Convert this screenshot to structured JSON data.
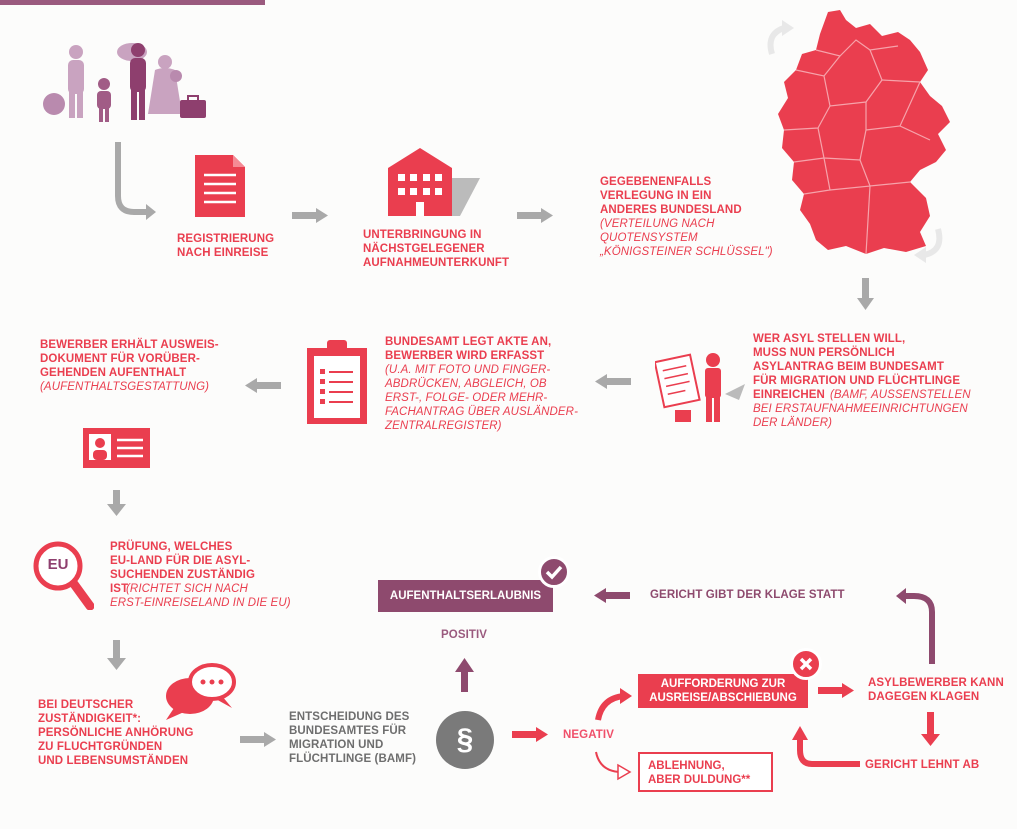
{
  "steps": {
    "registration": "REGISTRIERUNG\nNACH EINREISE",
    "accommodation": "UNTERBRINGUNG IN\nNÄCHSTGELEGENER\nAUFNAHMEUNTERKUNFT",
    "transfer_title": "GEGEBENENFALLS\nVERLEGUNG IN EIN\nANDERES BUNDESLAND",
    "transfer_note": "(VERTEILUNG NACH\nQUOTENSYSTEM\n„KÖNIGSTEINER SCHLÜSSEL\")",
    "apply_title": "WER ASYL STELLEN WILL,\nMUSS NUN PERSÖNLICH\nASYLANTRAG BEIM BUNDESAMT\nFÜR MIGRATION UND FLÜCHTLINGE\nEINREICHEN",
    "apply_note_inline": " (BAMF, AUSSENSTELLEN",
    "apply_note": "BEI ERSTAUFNAHMEEINRICHTUNGEN\nDER LÄNDER)",
    "file_title": "BUNDESAMT LEGT AKTE AN,\nBEWERBER WIRD ERFASST",
    "file_note": "(U.A. MIT FOTO UND FINGER-\nABDRÜCKEN, ABGLEICH, OB\nERST-, FOLGE- ODER MEHR-\nFACHANTRAG ÜBER AUSLÄNDER-\nZENTRALREGISTER)",
    "id_title": "BEWERBER ERHÄLT AUSWEIS-\nDOKUMENT FÜR VORÜBER-\nGEHENDEN AUFENTHALT",
    "id_note": "(AUFENTHALTSGESTATTUNG)",
    "eu_title": "PRÜFUNG, WELCHES\nEU-LAND FÜR DIE ASYL-\nSUCHENDEN ZUSTÄNDIG\nIST",
    "eu_note_inline": " (RICHTET SICH NACH",
    "eu_note": "ERST-EINREISELAND IN DIE EU)",
    "eu_icon_label": "EU",
    "hearing": "BEI DEUTSCHER\nZUSTÄNDIGKEIT*:\nPERSÖNLICHE ANHÖRUNG\nZU FLUCHTGRÜNDEN\nUND LEBENSUMSTÄNDEN",
    "decision": "ENTSCHEIDUNG DES\nBUNDESAMTES FÜR\nMIGRATION UND\nFLÜCHTLINGE (BAMF)",
    "paragraph_symbol": "§",
    "positive": "POSITIV",
    "negative": "NEGATIV",
    "residence_permit": "AUFENTHALTSERLAUBNIS",
    "deportation": "AUFFORDERUNG ZUR\nAUSREISE/ABSCHIEBUNG",
    "rejection": "ABLEHNUNG,\nABER DULDUNG**",
    "appeal": "ASYLBEWERBER KANN\nDAGEGEN KLAGEN",
    "court_rejects": "GERICHT LEHNT AB",
    "court_grants": "GERICHT GIBT DER KLAGE STATT"
  },
  "colors": {
    "red": "#ea3e4f",
    "pink": "#f0506a",
    "gray": "#a9a9a9",
    "purple": "#8e4a6e",
    "light_purple": "#c48aa8"
  }
}
